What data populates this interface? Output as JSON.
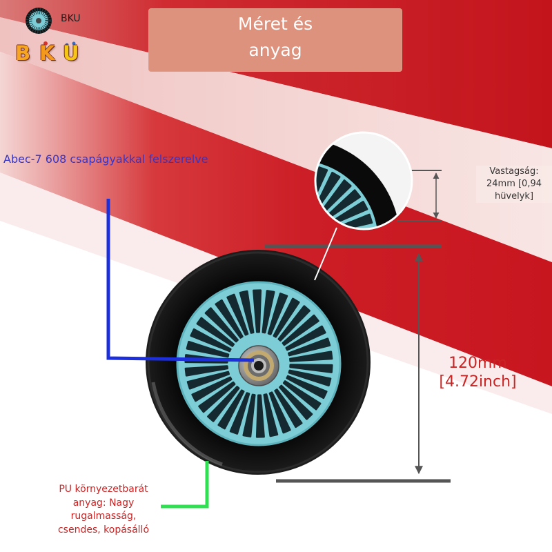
{
  "brand": {
    "name": "BKU",
    "mark_letters": [
      "B",
      "K",
      "U"
    ],
    "logo_icon": "wheel-logo-icon"
  },
  "title": {
    "lines": [
      "Méret és",
      "anyag"
    ]
  },
  "bearing_note": "Abec-7 608 csapágyakkal felszerelve",
  "thickness_note": {
    "lines": [
      "Vastagság:",
      "24mm [0,94",
      "hüvelyk]"
    ]
  },
  "diameter_note": {
    "lines": [
      "120mm",
      "[4.72inch]"
    ]
  },
  "material_note": {
    "lines": [
      "PU környezetbarát",
      "anyag: Nagy",
      "rugalmasság,",
      "csendes, kopásálló"
    ]
  },
  "colors": {
    "text_red": "#c92424",
    "bearing_text_blue": "#3535c8",
    "leader_blue": "#1c2fd8",
    "leader_green": "#2ee052",
    "dimension_gray": "#555555",
    "hub_teal": "#7ccdd6",
    "hub_slot": "#142a30",
    "tire_black": "#0a0a0a",
    "logo_b": "#f6a623",
    "logo_k": "#f39a1e",
    "logo_u": "#f5c518"
  }
}
